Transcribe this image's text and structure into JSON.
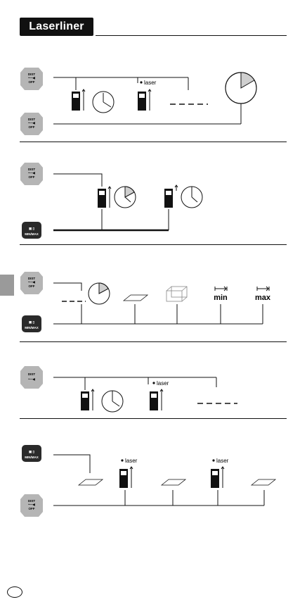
{
  "brand": {
    "name": "Laserliner"
  },
  "buttons": {
    "dist_line1": "DIST",
    "dist_line2": "OFF",
    "minmax": "MIN/MAX"
  },
  "labels": {
    "laser": "laser",
    "min": "min",
    "max": "max"
  },
  "colors": {
    "button_gray": "#b5b5b5",
    "button_dark": "#2a2a2a",
    "clock_fill": "#cfcfcf",
    "side_tab": "#9a9a9a"
  }
}
